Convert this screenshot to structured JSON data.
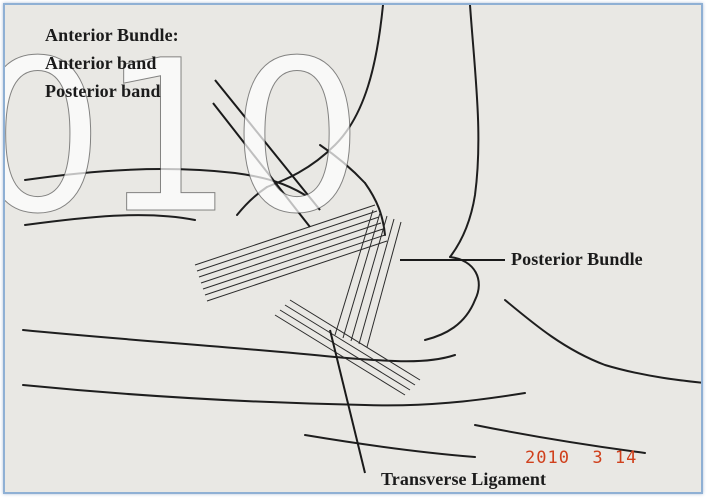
{
  "diagram": {
    "labels": {
      "anterior_bundle": "Anterior Bundle:",
      "anterior_band": "Anterior band",
      "posterior_band": "Posterior band",
      "posterior_bundle": "Posterior Bundle",
      "transverse_ligament": "Transverse Ligament"
    },
    "watermark": "010",
    "date_stamp": "2010  3 14",
    "colors": {
      "paper": "#e9e8e4",
      "ink": "#1b1b1b",
      "stamp": "#d0401c",
      "border": "#8fb0d4"
    }
  }
}
